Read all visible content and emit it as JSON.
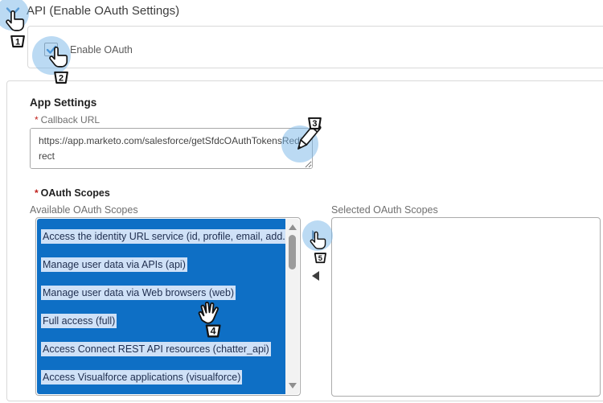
{
  "header": {
    "title": "API (Enable OAuth Settings)"
  },
  "enable_oauth": {
    "label": "Enable OAuth",
    "checked": true
  },
  "app_settings": {
    "heading": "App Settings",
    "callback_url": {
      "required_mark": "*",
      "label": "Callback URL",
      "value": "https://app.marketo.com/salesforce/getSfdcOAuthTokensRedirect"
    },
    "oauth_scopes": {
      "required_mark": "*",
      "label": "OAuth Scopes",
      "available_label": "Available OAuth Scopes",
      "selected_label": "Selected OAuth Scopes",
      "available_items": [
        "Access the identity URL service (id, profile, email, add...",
        "Manage user data via APIs (api)",
        "Manage user data via Web browsers (web)",
        "Full access (full)",
        "Access Connect REST API resources (chatter_api)",
        "Access Visualforce applications (visualforce)"
      ],
      "selected_items": []
    }
  },
  "annotations": {
    "steps": [
      "1",
      "2",
      "3",
      "4",
      "5"
    ]
  },
  "icons": {
    "chevron_down": "v-shaped expander chevron",
    "checkmark": "blue check",
    "pointer_cursor": "pointing hand cursor",
    "grab_cursor": "open hand cursor",
    "pencil_cursor": "edit pencil",
    "add_arrow": "right triangle",
    "remove_arrow": "left triangle"
  },
  "colors": {
    "list_selection_blue": "#0e6fc5",
    "item_highlight": "#cfe1f7",
    "item_text": "#1e2d4e",
    "annotation_circle": "#7db9e8",
    "chevron_blue": "#2e77bd",
    "check_blue": "#1873c8",
    "required_red": "#c0211c",
    "border_gray": "#d9d9d9"
  }
}
